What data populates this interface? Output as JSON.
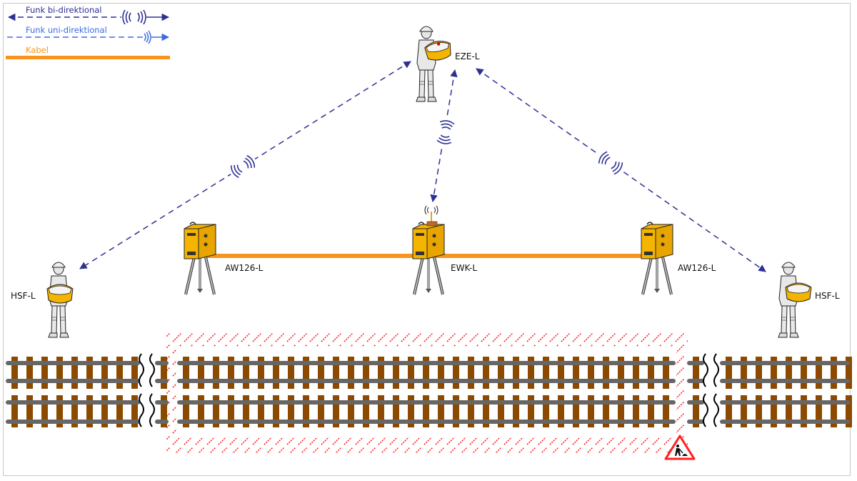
{
  "legend": {
    "items": [
      {
        "label": "Funk bi-direktional",
        "type": "radio-bidirectional",
        "color": "#2e3192"
      },
      {
        "label": "Funk uni-direktional",
        "type": "radio-unidirectional",
        "color": "#3d6be0"
      },
      {
        "label": "Kabel",
        "type": "cable",
        "color": "#f7941d"
      }
    ]
  },
  "colors": {
    "radio_bi": "#2e3192",
    "radio_uni": "#3d6be0",
    "cable": "#f7941d",
    "device_yellow": "#f5b400",
    "sleeper": "#8b4a00",
    "rail": "#666666",
    "hazard": "#ff2020"
  },
  "nodes": {
    "eze": {
      "label": "EZE-L",
      "kind": "operator-with-controller"
    },
    "hsf_left": {
      "label": "HSF-L",
      "kind": "operator-with-handset"
    },
    "hsf_right": {
      "label": "HSF-L",
      "kind": "operator-with-handset"
    },
    "aw_left": {
      "label": "AW126-L",
      "kind": "tripod-warning-unit"
    },
    "ewk": {
      "label": "EWK-L",
      "kind": "tripod-radio-unit"
    },
    "aw_right": {
      "label": "AW126-L",
      "kind": "tripod-warning-unit"
    }
  },
  "links": [
    {
      "from": "eze",
      "to": "hsf_left",
      "type": "radio-bidirectional"
    },
    {
      "from": "eze",
      "to": "ewk",
      "type": "radio-bidirectional"
    },
    {
      "from": "eze",
      "to": "hsf_right",
      "type": "radio-bidirectional"
    },
    {
      "from": "aw_left",
      "to": "ewk",
      "type": "cable"
    },
    {
      "from": "ewk",
      "to": "aw_right",
      "type": "cable"
    }
  ],
  "tracks": {
    "count": 2,
    "breaks": 2
  },
  "worksite": {
    "icon": "road-works-warning-icon"
  }
}
